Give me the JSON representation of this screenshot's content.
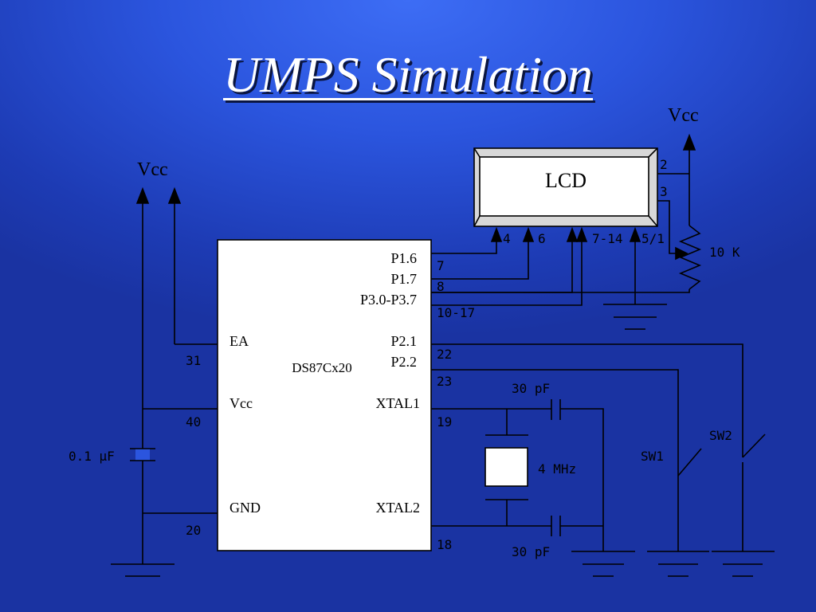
{
  "title": "UMPS Simulation",
  "colors": {
    "background": "#2b55de",
    "wire": "#000000",
    "chip": "#ffffff"
  },
  "chip": {
    "name": "DS87Cx20",
    "left_pins": [
      {
        "label": "EA",
        "number": "31"
      },
      {
        "label": "Vcc",
        "number": "40"
      },
      {
        "label": "GND",
        "number": "20"
      }
    ],
    "right_pins": [
      {
        "label": "P1.6",
        "number": "7"
      },
      {
        "label": "P1.7",
        "number": "8"
      },
      {
        "label": "P3.0-P3.7",
        "number": "10-17"
      },
      {
        "label": "P2.1",
        "number": "22"
      },
      {
        "label": "P2.2",
        "number": "23"
      },
      {
        "label": "XTAL1",
        "number": "19"
      },
      {
        "label": "XTAL2",
        "number": "18"
      }
    ]
  },
  "lcd": {
    "label": "LCD",
    "top_pins": [
      "4",
      "6",
      "7-14",
      "5/1"
    ],
    "side_pins": [
      "2",
      "3"
    ]
  },
  "vcc_label": "Vcc",
  "lcd_vcc_label": "Vcc",
  "potentiometer": "10 K",
  "decoupling_cap": "0.1 µF",
  "crystal": "4 MHz",
  "cap_top": "30 pF",
  "cap_bottom": "30 pF",
  "switches": [
    "SW1",
    "SW2"
  ]
}
